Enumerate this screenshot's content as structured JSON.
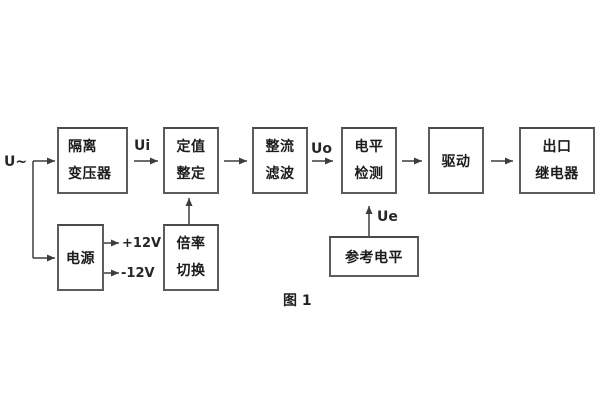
{
  "figure": {
    "caption": "图 1"
  },
  "signal_labels": {
    "input": "U~",
    "ui": "Ui",
    "uo": "Uo",
    "ue": "Ue",
    "rail_positive": "+12V",
    "rail_negative": "-12V"
  },
  "blocks": {
    "isolation_transformer": {
      "line1": "隔离",
      "line2": "变压器"
    },
    "setpoint_adjust": {
      "line1": "定值",
      "line2": "整定"
    },
    "rectify_filter": {
      "line1": "整流",
      "line2": "滤波"
    },
    "level_detect": {
      "line1": "电平",
      "line2": "检测"
    },
    "drive": {
      "line1": "驱动"
    },
    "output_relay": {
      "line1": "出口",
      "line2": "继电器"
    },
    "power_supply": {
      "line1": "电源"
    },
    "ratio_switch": {
      "line1": "倍率",
      "line2": "切换"
    },
    "reference_level": {
      "line1": "参考电平"
    }
  },
  "colors": {
    "background": "#ffffff",
    "wire": "#3d3d3d",
    "box_border": "#5c5c5c",
    "text": "#1c1c1c"
  }
}
